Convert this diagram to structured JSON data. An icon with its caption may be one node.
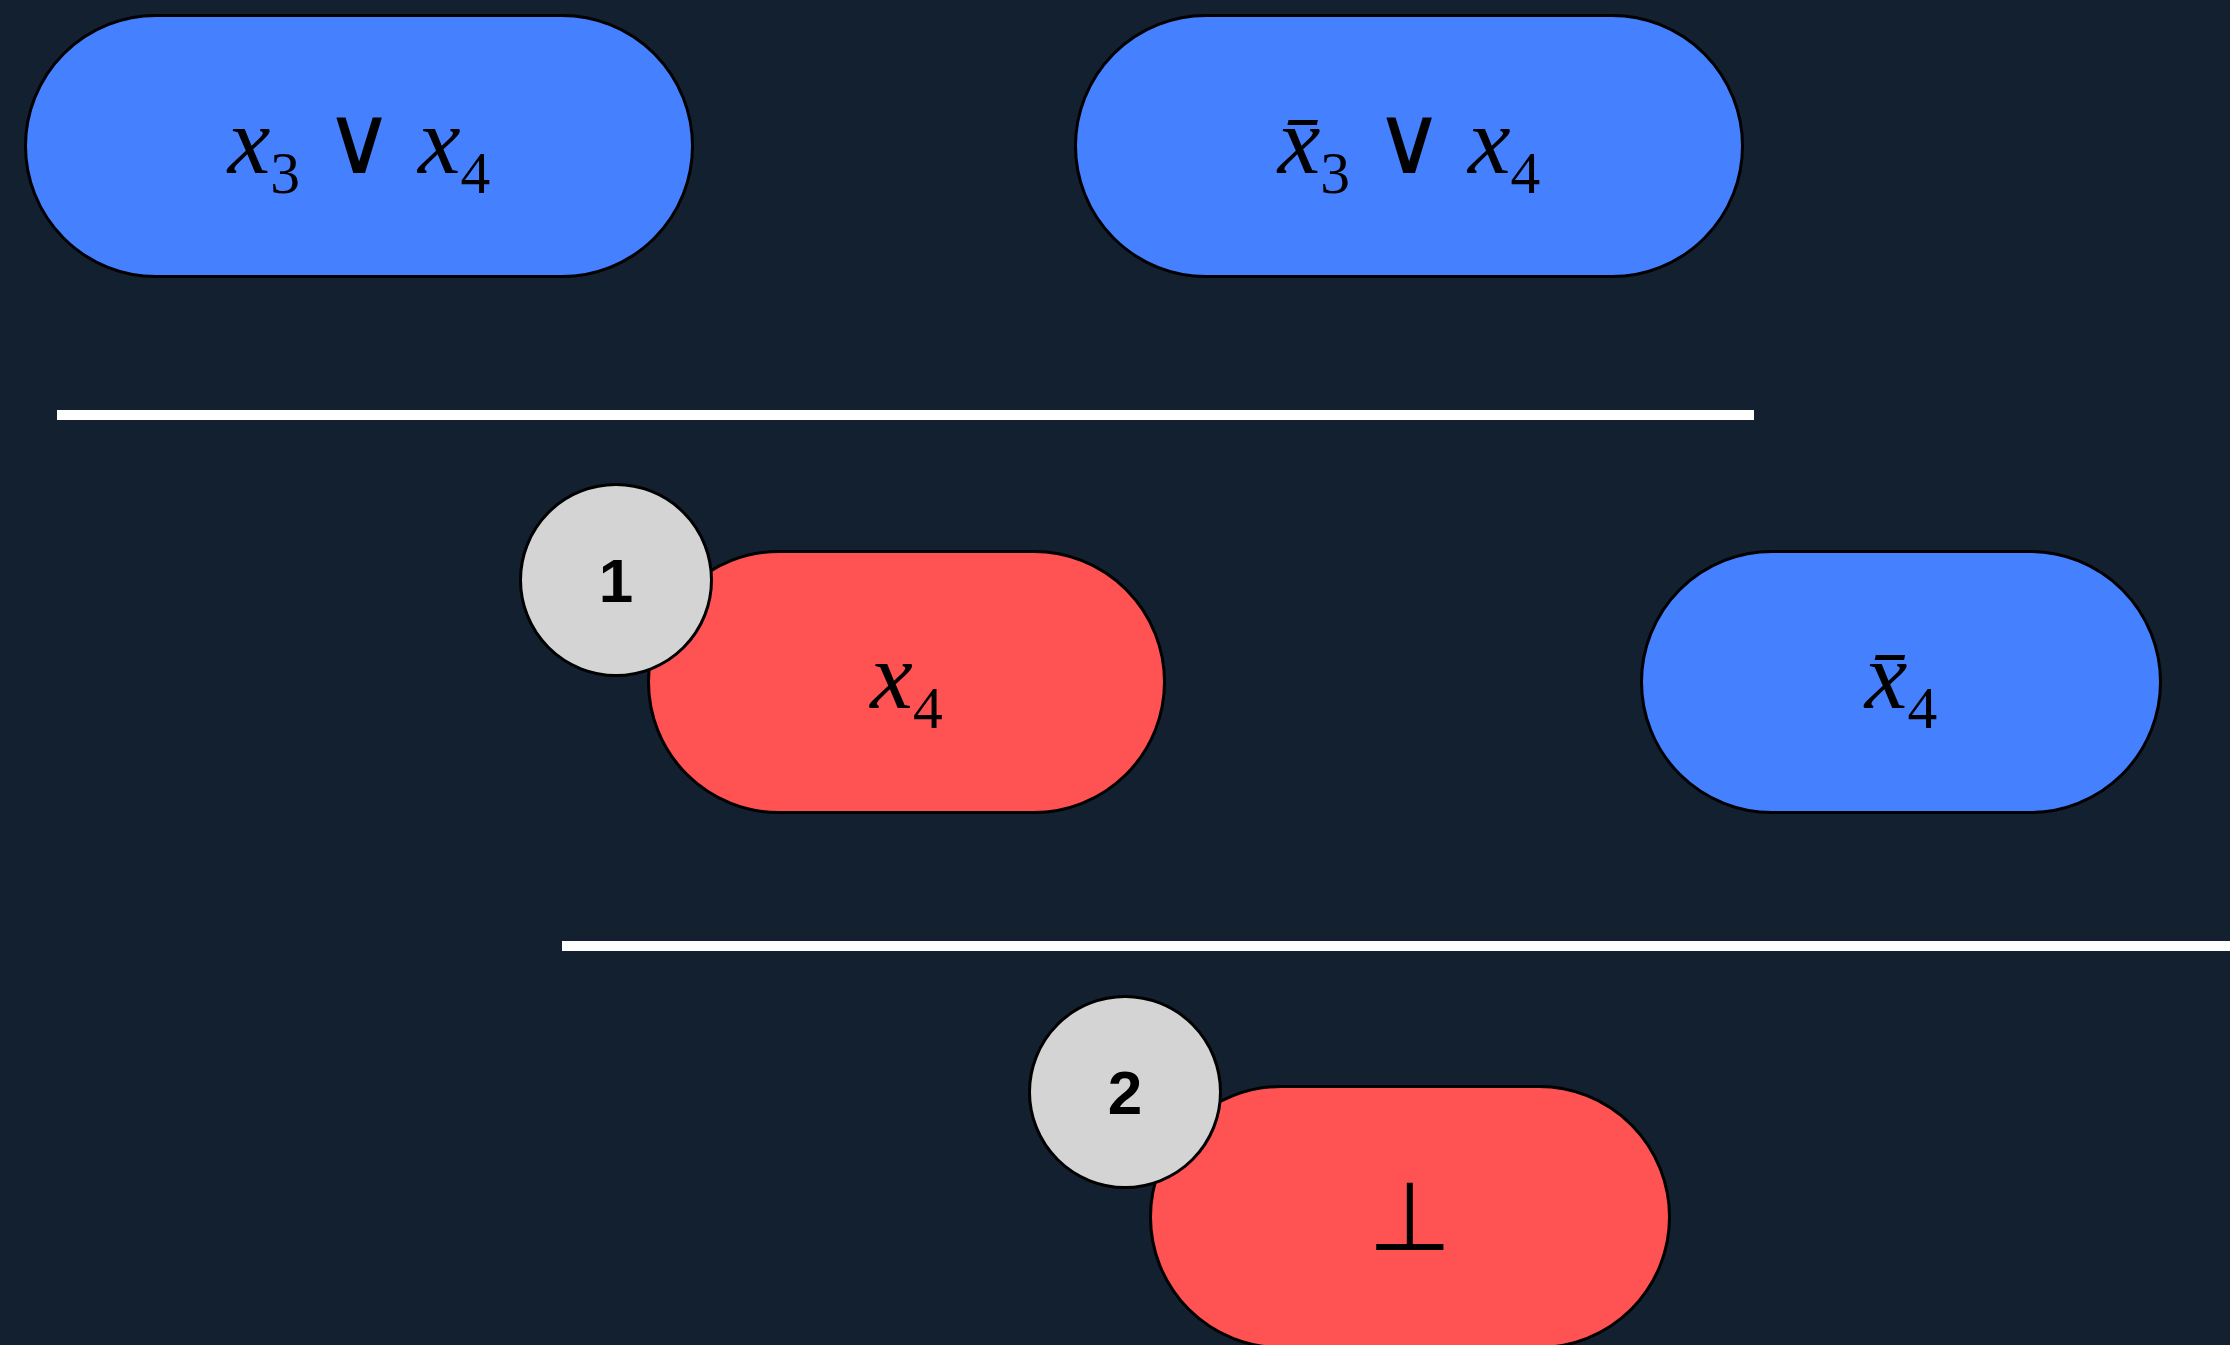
{
  "diagram": {
    "nodes": [
      {
        "text": [
          "*x*$_{3}$ ∨ *x*$_{4}$"
        ]
      },
      {
        "text": [
          "*x̄*$_{3}$ ∨ *x*$_{4}$"
        ]
      },
      {
        "text": [
          "1"
        ]
      },
      {
        "text": [
          "*x*$_{4}$"
        ]
      },
      {
        "text": [
          "*x̄*$_{4}$"
        ]
      },
      {
        "text": [
          "2"
        ]
      },
      {
        "text": [
          "⊥"
        ]
      }
    ]
  }
}
